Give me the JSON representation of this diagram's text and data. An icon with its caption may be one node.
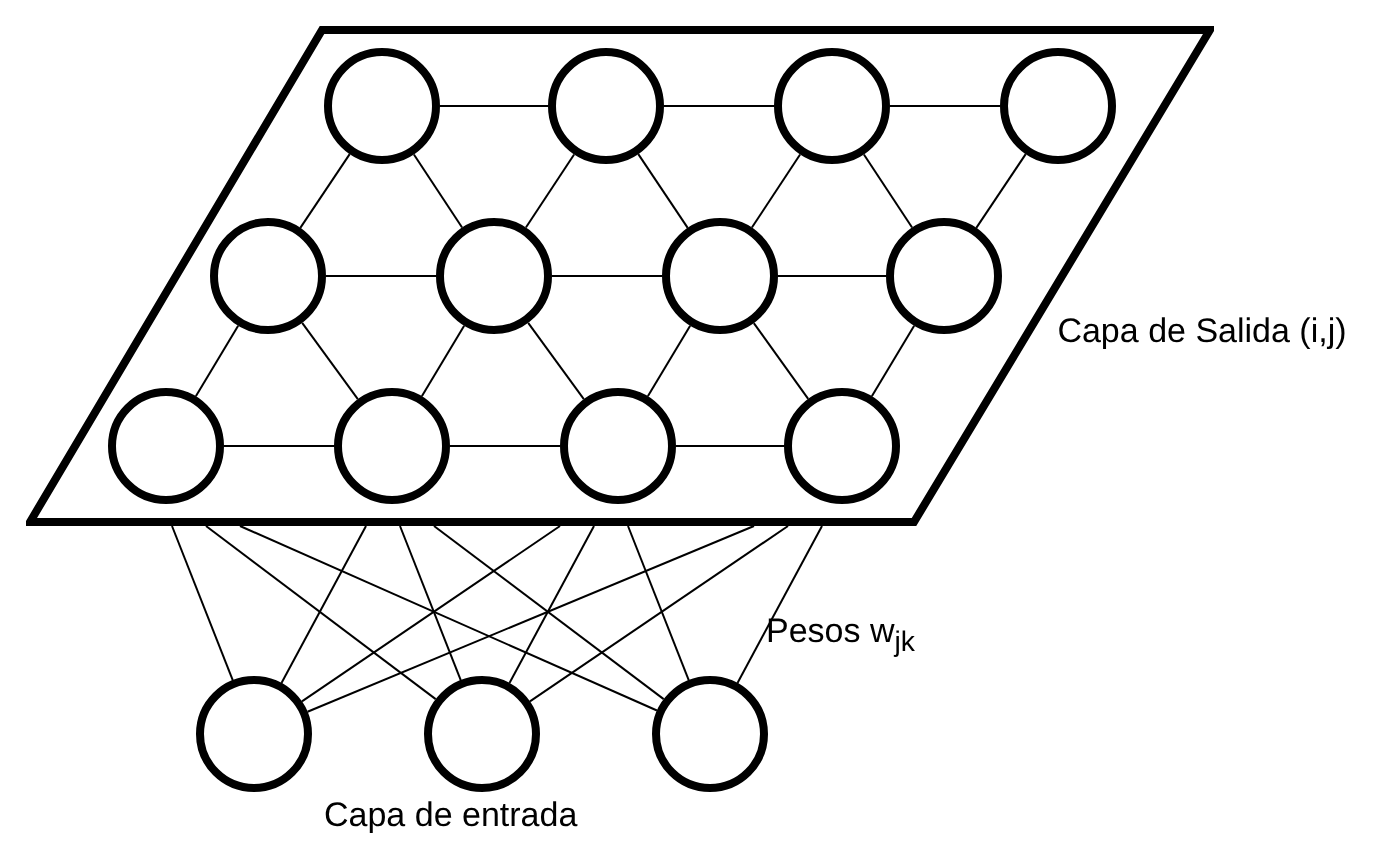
{
  "diagram": {
    "nodes": [
      {
        "text": [],
        "shape": "parallelogram",
        "beside": [
          "Capa de Salida (i,j)"
        ]
      },
      {
        "text": [],
        "shape": "circle",
        "in": 0
      },
      {
        "text": [],
        "shape": "circle",
        "in": 0
      },
      {
        "text": [],
        "shape": "circle",
        "in": 0
      },
      {
        "text": [],
        "shape": "circle",
        "in": 0
      },
      {
        "text": [],
        "shape": "circle",
        "in": 0
      },
      {
        "text": [],
        "shape": "circle",
        "in": 0
      },
      {
        "text": [],
        "shape": "circle",
        "in": 0
      },
      {
        "text": [],
        "shape": "circle",
        "in": 0
      },
      {
        "text": [],
        "shape": "circle",
        "in": 0
      },
      {
        "text": [],
        "shape": "circle",
        "in": 0
      },
      {
        "text": [],
        "shape": "circle",
        "in": 0
      },
      {
        "text": [],
        "shape": "circle",
        "in": 0
      },
      {
        "text": [],
        "shape": "circle"
      },
      {
        "text": [],
        "shape": "circle"
      },
      {
        "text": [],
        "shape": "circle"
      }
    ],
    "edges": [
      {
        "from": 1,
        "to": 2,
        "arrow": "none"
      },
      {
        "from": 2,
        "to": 3,
        "arrow": "none"
      },
      {
        "from": 3,
        "to": 4,
        "arrow": "none"
      },
      {
        "from": 1,
        "to": 5,
        "arrow": "none"
      },
      {
        "from": 1,
        "to": 6,
        "arrow": "none"
      },
      {
        "from": 2,
        "to": 6,
        "arrow": "none"
      },
      {
        "from": 2,
        "to": 7,
        "arrow": "none"
      },
      {
        "from": 3,
        "to": 7,
        "arrow": "none"
      },
      {
        "from": 3,
        "to": 8,
        "arrow": "none"
      },
      {
        "from": 4,
        "to": 8,
        "arrow": "none"
      },
      {
        "from": 5,
        "to": 6,
        "arrow": "none"
      },
      {
        "from": 6,
        "to": 7,
        "arrow": "none"
      },
      {
        "from": 7,
        "to": 8,
        "arrow": "none"
      },
      {
        "from": 5,
        "to": 9,
        "arrow": "none"
      },
      {
        "from": 5,
        "to": 10,
        "arrow": "none"
      },
      {
        "from": 6,
        "to": 10,
        "arrow": "none"
      },
      {
        "from": 6,
        "to": 11,
        "arrow": "none"
      },
      {
        "from": 7,
        "to": 11,
        "arrow": "none"
      },
      {
        "from": 7,
        "to": 12,
        "arrow": "none"
      },
      {
        "from": 8,
        "to": 12,
        "arrow": "none"
      },
      {
        "from": 9,
        "to": 10,
        "arrow": "none"
      },
      {
        "from": 10,
        "to": 11,
        "arrow": "none"
      },
      {
        "from": 11,
        "to": 12,
        "arrow": "none"
      },
      {
        "from": 13,
        "to": 9,
        "arrow": "none"
      },
      {
        "from": 13,
        "to": 10,
        "arrow": "none"
      },
      {
        "from": 13,
        "to": 11,
        "arrow": "none"
      },
      {
        "from": 13,
        "to": 12,
        "arrow": "none"
      },
      {
        "from": 14,
        "to": 9,
        "arrow": "none"
      },
      {
        "from": 14,
        "to": 10,
        "arrow": "none"
      },
      {
        "from": 14,
        "to": 11,
        "arrow": "none"
      },
      {
        "from": 14,
        "to": 12,
        "arrow": "none"
      },
      {
        "from": 15,
        "to": 9,
        "arrow": "none"
      },
      {
        "from": 15,
        "to": 10,
        "arrow": "none"
      },
      {
        "from": 15,
        "to": 11,
        "arrow": "none"
      },
      {
        "from": 15,
        "to": 12,
        "arrow": "none"
      }
    ],
    "labels": [
      "Pesos w$_{jk}$",
      "Capa de entrada"
    ]
  }
}
